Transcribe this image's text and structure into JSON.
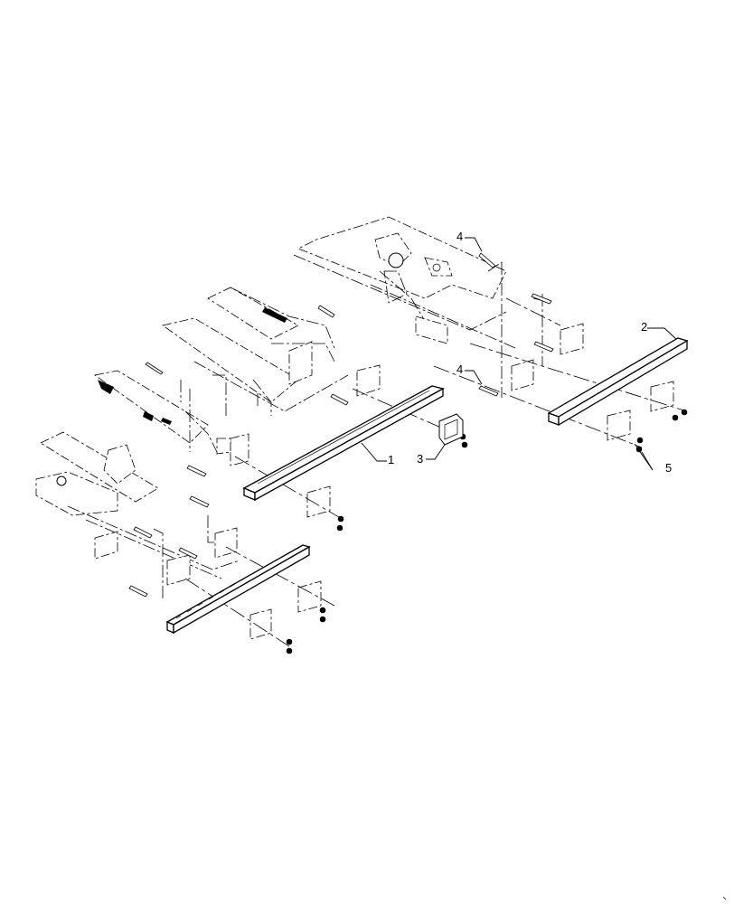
{
  "diagram": {
    "callouts": [
      {
        "id": "c1",
        "label": "1"
      },
      {
        "id": "c2",
        "label": "2"
      },
      {
        "id": "c3",
        "label": "3"
      },
      {
        "id": "c4a",
        "label": "4"
      },
      {
        "id": "c4b",
        "label": "4"
      },
      {
        "id": "c5",
        "label": "5"
      }
    ]
  }
}
